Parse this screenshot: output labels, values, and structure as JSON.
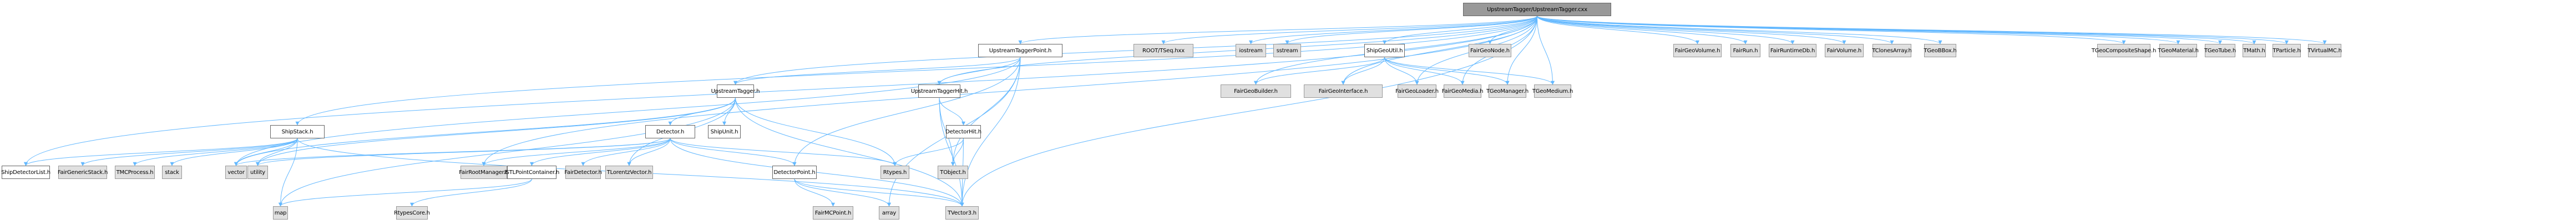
{
  "graph": {
    "title": "UpstreamTagger/UpstreamTagger.cxx include dependency graph",
    "edge_color": "#63b8ff",
    "colors": {
      "root_fill": "#999999",
      "documented_fill": "#ffffff",
      "external_fill": "#e0e0e0"
    },
    "nodes": [
      {
        "id": "root",
        "label": "UpstreamTagger/UpstreamTagger.cxx",
        "kind": "root"
      },
      {
        "id": "upTaggerPoint",
        "label": "UpstreamTaggerPoint.h",
        "kind": "doc"
      },
      {
        "id": "tseq",
        "label": "ROOT/TSeq.hxx",
        "kind": "ext"
      },
      {
        "id": "iostream",
        "label": "iostream",
        "kind": "ext"
      },
      {
        "id": "sstream",
        "label": "sstream",
        "kind": "ext"
      },
      {
        "id": "shipGeoUtil",
        "label": "ShipGeoUtil.h",
        "kind": "doc"
      },
      {
        "id": "fairGeoNode",
        "label": "FairGeoNode.h",
        "kind": "ext"
      },
      {
        "id": "fairGeoVolume",
        "label": "FairGeoVolume.h",
        "kind": "ext"
      },
      {
        "id": "fairRun",
        "label": "FairRun.h",
        "kind": "ext"
      },
      {
        "id": "fairRuntimeDb",
        "label": "FairRuntimeDb.h",
        "kind": "ext"
      },
      {
        "id": "fairVolume",
        "label": "FairVolume.h",
        "kind": "ext"
      },
      {
        "id": "tClonesArray",
        "label": "TClonesArray.h",
        "kind": "ext"
      },
      {
        "id": "tGeoBBox",
        "label": "TGeoBBox.h",
        "kind": "ext"
      },
      {
        "id": "tGeoComposite",
        "label": "TGeoCompositeShape.h",
        "kind": "ext"
      },
      {
        "id": "tGeoMaterial",
        "label": "TGeoMaterial.h",
        "kind": "ext"
      },
      {
        "id": "tGeoTube",
        "label": "TGeoTube.h",
        "kind": "ext"
      },
      {
        "id": "tMath",
        "label": "TMath.h",
        "kind": "ext"
      },
      {
        "id": "tParticle",
        "label": "TParticle.h",
        "kind": "ext"
      },
      {
        "id": "tVirtualMC",
        "label": "TVirtualMC.h",
        "kind": "ext"
      },
      {
        "id": "upTagger",
        "label": "UpstreamTagger.h",
        "kind": "doc"
      },
      {
        "id": "upTaggerHit",
        "label": "UpstreamTaggerHit.h",
        "kind": "doc"
      },
      {
        "id": "fairGeoBuilder",
        "label": "FairGeoBuilder.h",
        "kind": "ext"
      },
      {
        "id": "fairGeoInterface",
        "label": "FairGeoInterface.h",
        "kind": "ext"
      },
      {
        "id": "fairGeoLoader",
        "label": "FairGeoLoader.h",
        "kind": "ext"
      },
      {
        "id": "fairGeoMedia",
        "label": "FairGeoMedia.h",
        "kind": "ext"
      },
      {
        "id": "tGeoManager",
        "label": "TGeoManager.h",
        "kind": "ext"
      },
      {
        "id": "tGeoMedium",
        "label": "TGeoMedium.h",
        "kind": "ext"
      },
      {
        "id": "shipStack",
        "label": "ShipStack.h",
        "kind": "doc"
      },
      {
        "id": "detector",
        "label": "Detector.h",
        "kind": "doc"
      },
      {
        "id": "shipUnit",
        "label": "ShipUnit.h",
        "kind": "doc"
      },
      {
        "id": "detectorHit",
        "label": "DetectorHit.h",
        "kind": "doc"
      },
      {
        "id": "shipDetList",
        "label": "ShipDetectorList.h",
        "kind": "doc"
      },
      {
        "id": "fairGenStack",
        "label": "FairGenericStack.h",
        "kind": "ext"
      },
      {
        "id": "tmcProcess",
        "label": "TMCProcess.h",
        "kind": "ext"
      },
      {
        "id": "stack",
        "label": "stack",
        "kind": "ext"
      },
      {
        "id": "vector",
        "label": "vector",
        "kind": "ext"
      },
      {
        "id": "utility",
        "label": "utility",
        "kind": "ext"
      },
      {
        "id": "fairRootMgr",
        "label": "FairRootManager.h",
        "kind": "ext"
      },
      {
        "id": "istl",
        "label": "ISTLPointContainer.h",
        "kind": "doc"
      },
      {
        "id": "fairDetector",
        "label": "FairDetector.h",
        "kind": "ext"
      },
      {
        "id": "tLorentz",
        "label": "TLorentzVector.h",
        "kind": "ext"
      },
      {
        "id": "detectorPoint",
        "label": "DetectorPoint.h",
        "kind": "doc"
      },
      {
        "id": "rtypes",
        "label": "Rtypes.h",
        "kind": "ext"
      },
      {
        "id": "tObject",
        "label": "TObject.h",
        "kind": "ext"
      },
      {
        "id": "map",
        "label": "map",
        "kind": "ext"
      },
      {
        "id": "rtypesCore",
        "label": "RtypesCore.h",
        "kind": "ext"
      },
      {
        "id": "fairMCPoint",
        "label": "FairMCPoint.h",
        "kind": "ext"
      },
      {
        "id": "array",
        "label": "array",
        "kind": "ext"
      },
      {
        "id": "tVector3",
        "label": "TVector3.h",
        "kind": "ext"
      }
    ],
    "edges": [
      [
        "root",
        "upTaggerPoint"
      ],
      [
        "root",
        "tseq"
      ],
      [
        "root",
        "iostream"
      ],
      [
        "root",
        "sstream"
      ],
      [
        "root",
        "shipGeoUtil"
      ],
      [
        "root",
        "fairGeoNode"
      ],
      [
        "root",
        "fairGeoVolume"
      ],
      [
        "root",
        "fairRun"
      ],
      [
        "root",
        "fairRuntimeDb"
      ],
      [
        "root",
        "fairVolume"
      ],
      [
        "root",
        "tClonesArray"
      ],
      [
        "root",
        "tGeoBBox"
      ],
      [
        "root",
        "tGeoComposite"
      ],
      [
        "root",
        "tGeoMaterial"
      ],
      [
        "root",
        "tGeoTube"
      ],
      [
        "root",
        "tMath"
      ],
      [
        "root",
        "tParticle"
      ],
      [
        "root",
        "tVirtualMC"
      ],
      [
        "root",
        "upTagger"
      ],
      [
        "root",
        "upTaggerHit"
      ],
      [
        "root",
        "shipStack"
      ],
      [
        "root",
        "shipDetList"
      ],
      [
        "root",
        "fairGeoBuilder"
      ],
      [
        "root",
        "fairGeoInterface"
      ],
      [
        "root",
        "fairGeoLoader"
      ],
      [
        "root",
        "fairGeoMedia"
      ],
      [
        "root",
        "tGeoManager"
      ],
      [
        "root",
        "tGeoMedium"
      ],
      [
        "root",
        "fairRootMgr"
      ],
      [
        "root",
        "tVector3"
      ],
      [
        "upTaggerPoint",
        "upTagger"
      ],
      [
        "upTaggerPoint",
        "upTaggerHit"
      ],
      [
        "upTaggerPoint",
        "detectorPoint"
      ],
      [
        "upTaggerPoint",
        "array"
      ],
      [
        "upTaggerPoint",
        "tVector3"
      ],
      [
        "upTaggerPoint",
        "tObject"
      ],
      [
        "upTaggerPoint",
        "vector"
      ],
      [
        "shipGeoUtil",
        "fairGeoBuilder"
      ],
      [
        "shipGeoUtil",
        "fairGeoInterface"
      ],
      [
        "shipGeoUtil",
        "fairGeoLoader"
      ],
      [
        "shipGeoUtil",
        "fairGeoMedia"
      ],
      [
        "shipGeoUtil",
        "tGeoManager"
      ],
      [
        "shipGeoUtil",
        "tGeoMedium"
      ],
      [
        "upTagger",
        "detector"
      ],
      [
        "upTagger",
        "shipUnit"
      ],
      [
        "upTagger",
        "tLorentz"
      ],
      [
        "upTagger",
        "tVector3"
      ],
      [
        "upTagger",
        "map"
      ],
      [
        "upTagger",
        "utility"
      ],
      [
        "upTagger",
        "vector"
      ],
      [
        "upTagger",
        "rtypes"
      ],
      [
        "upTaggerHit",
        "detectorHit"
      ],
      [
        "upTaggerHit",
        "tObject"
      ],
      [
        "upTaggerHit",
        "tVector3"
      ],
      [
        "shipStack",
        "shipDetList"
      ],
      [
        "shipStack",
        "fairGenStack"
      ],
      [
        "shipStack",
        "tmcProcess"
      ],
      [
        "shipStack",
        "stack"
      ],
      [
        "shipStack",
        "vector"
      ],
      [
        "shipStack",
        "utility"
      ],
      [
        "shipStack",
        "map"
      ],
      [
        "shipStack",
        "tVector3"
      ],
      [
        "detector",
        "vector"
      ],
      [
        "detector",
        "utility"
      ],
      [
        "detector",
        "fairRootMgr"
      ],
      [
        "detector",
        "istl"
      ],
      [
        "detector",
        "fairDetector"
      ],
      [
        "detector",
        "tLorentz"
      ],
      [
        "detector",
        "detectorPoint"
      ],
      [
        "detector",
        "rtypes"
      ],
      [
        "detector",
        "tVector3"
      ],
      [
        "detectorHit",
        "rtypes"
      ],
      [
        "detectorHit",
        "tObject"
      ],
      [
        "detectorHit",
        "tVector3"
      ],
      [
        "istl",
        "map"
      ],
      [
        "istl",
        "rtypesCore"
      ],
      [
        "detectorPoint",
        "fairMCPoint"
      ],
      [
        "detectorPoint",
        "array"
      ],
      [
        "detectorPoint",
        "tVector3"
      ]
    ]
  }
}
